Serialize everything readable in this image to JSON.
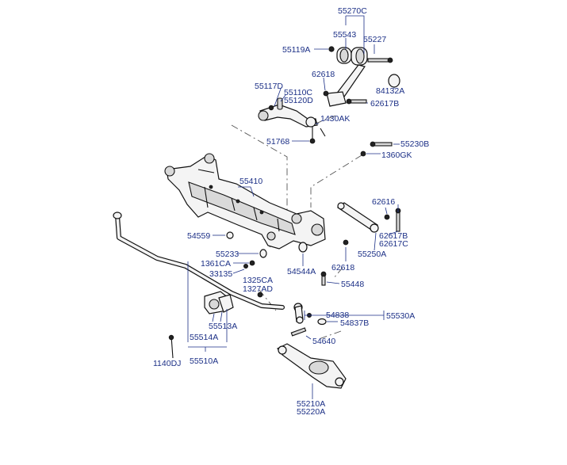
{
  "parts": {
    "p55270C": "55270C",
    "p55543": "55543",
    "p55227": "55227",
    "p55119A": "55119A",
    "p84132A": "84132A",
    "p62618a": "62618",
    "p62617Ba": "62617B",
    "p55117D": "55117D",
    "p55110C": "55110C",
    "p55120D": "55120D",
    "p1430AK": "1430AK",
    "p51768": "51768",
    "p55230B": "55230B",
    "p1360GK": "1360GK",
    "p55410": "55410",
    "p62616": "62616",
    "p62617Bb": "62617B",
    "p62617C": "62617C",
    "p55250A": "55250A",
    "p54559": "54559",
    "p55233": "55233",
    "p1361CA": "1361CA",
    "p33135": "33135",
    "p62618b": "62618",
    "p54544A": "54544A",
    "p55448": "55448",
    "p1325CA": "1325CA",
    "p1327AD": "1327AD",
    "p54838": "54838",
    "p55530A": "55530A",
    "p54837B": "54837B",
    "p55513A": "55513A",
    "p55514A": "55514A",
    "p55510A": "55510A",
    "p1140DJ": "1140DJ",
    "p54640": "54640",
    "p55210A": "55210A",
    "p55220A": "55220A"
  },
  "colors": {
    "label": "#1b2f86",
    "line": "#111111"
  }
}
